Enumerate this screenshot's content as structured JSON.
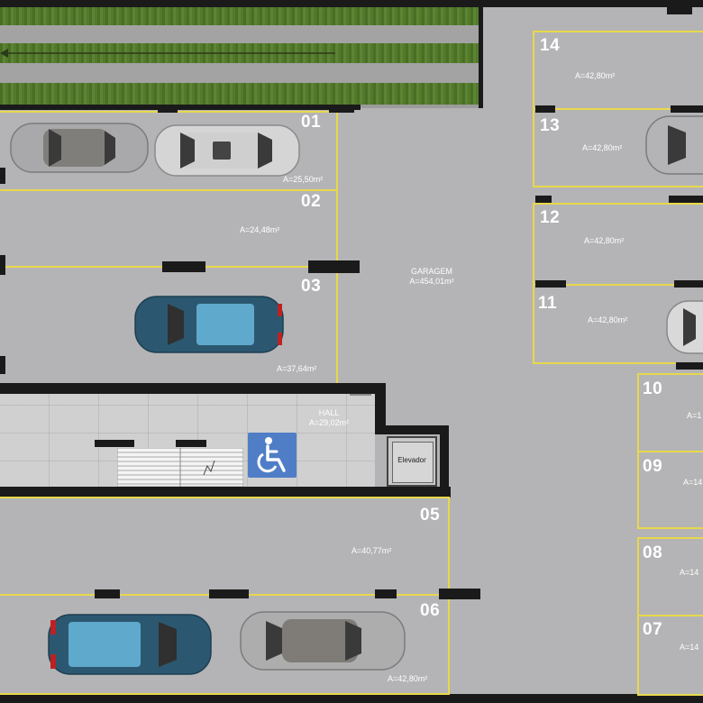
{
  "garage": {
    "name": "GARAGEM",
    "area": "A=454,01m²"
  },
  "hall": {
    "name": "HALL",
    "area": "A=29,02m²",
    "elevator": "Elevador"
  },
  "spots": {
    "s01": {
      "num": "01",
      "area": "A=25,50m²"
    },
    "s02": {
      "num": "02",
      "area": "A=24,48m²"
    },
    "s03": {
      "num": "03",
      "area": "A=37,64m²"
    },
    "s05": {
      "num": "05",
      "area": "A=40,77m²"
    },
    "s06": {
      "num": "06",
      "area": "A=42,80m²"
    },
    "s07": {
      "num": "07",
      "area": "A=14"
    },
    "s08": {
      "num": "08",
      "area": "A=14"
    },
    "s09": {
      "num": "09",
      "area": "A=14"
    },
    "s10": {
      "num": "10",
      "area": "A=1"
    },
    "s11": {
      "num": "11",
      "area": "A=42,80m²"
    },
    "s12": {
      "num": "12",
      "area": "A=42,80m²"
    },
    "s13": {
      "num": "13",
      "area": "A=42,80m²"
    },
    "s14": {
      "num": "14",
      "area": "A=42,80m²"
    }
  },
  "icons": {
    "accessibility": "wheelchair-icon",
    "stairs": "stairs-icon",
    "cars": "car-icon"
  },
  "colors": {
    "stripe": "#e8d84a",
    "floor": "#b4b4b6",
    "wall": "#1a1a1a",
    "accessible_blue": "#4f7ec6",
    "grass": "#527a2c"
  }
}
